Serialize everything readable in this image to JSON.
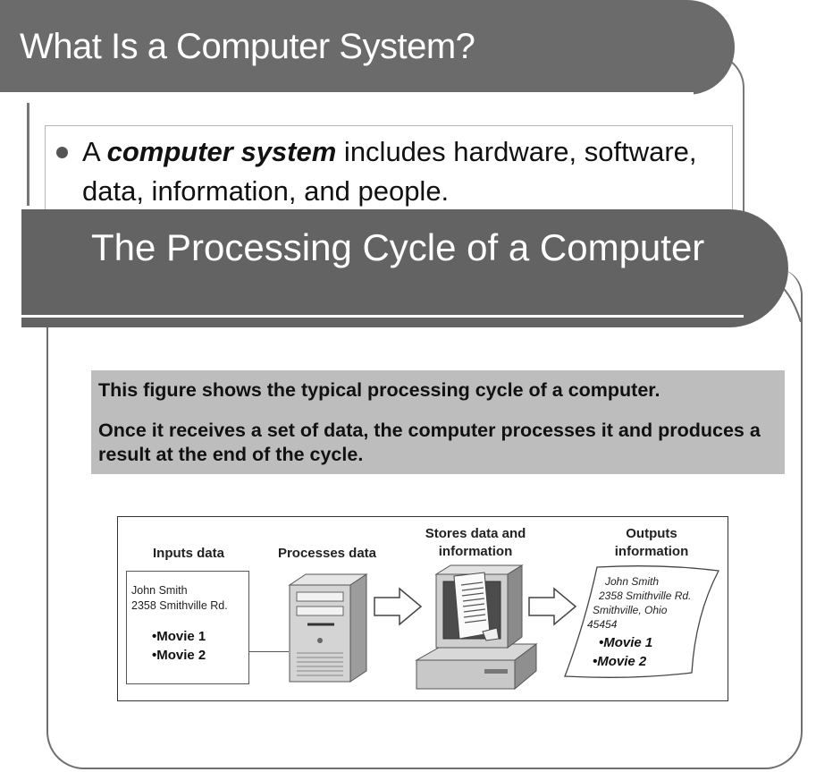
{
  "slide1": {
    "title": "What Is a Computer System?",
    "bullet_prefix": "A ",
    "bullet_term": "computer system",
    "bullet_rest": " includes hardware, software, data, information, and people."
  },
  "slide2": {
    "title": "The Processing Cycle of a Computer",
    "caption": {
      "line1": "This figure shows the typical processing cycle of a computer.",
      "line2": "Once it receives a set of data, the computer processes it and produces a result at the end of the cycle."
    },
    "figure": {
      "labels": {
        "inputs": "Inputs data",
        "processes": "Processes data",
        "stores": "Stores data and information",
        "outputs": "Outputs information"
      },
      "input_card": {
        "name": "John Smith",
        "address": "2358 Smithville Rd.",
        "movie1": "•Movie 1",
        "movie2": "•Movie 2"
      },
      "output_sheet": {
        "name": "John Smith",
        "address": "2358 Smithville Rd.",
        "city": "Smithville, Ohio",
        "zip": "45454",
        "movie1": "•Movie 1",
        "movie2": "•Movie 2"
      }
    }
  },
  "colors": {
    "title_band": "#636363",
    "caption_bg": "#bdbdbd",
    "frame": "#6f6f6f"
  },
  "icons": [
    "bullet-dot-icon",
    "tower-computer-icon",
    "right-arrow-icon",
    "desktop-computer-icon",
    "printout-icon"
  ]
}
